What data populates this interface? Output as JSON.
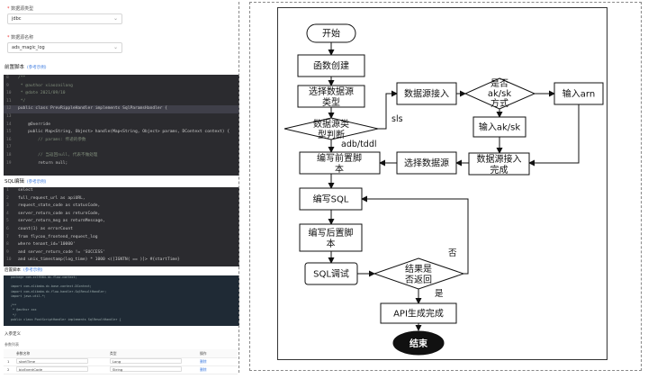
{
  "left_panel": {
    "field1_label": "数据源类型",
    "field1_value": "jdbc",
    "field2_label": "数据源名称",
    "field2_value": "ads_magic_log",
    "pre_script_title": "前置脚本",
    "pre_script_hint": "(参考示例)",
    "pre_code": [
      {
        "n": "8",
        "t": "/**"
      },
      {
        "n": "9",
        "t": " * @author xiaozailang"
      },
      {
        "n": "10",
        "t": " * @date 2021/09/10"
      },
      {
        "n": "11",
        "t": " */"
      },
      {
        "n": "12",
        "t": "public class PrevRippleHandler implements SqlParamsHandler {"
      },
      {
        "n": "13",
        "t": ""
      },
      {
        "n": "14",
        "t": "    @Override"
      },
      {
        "n": "15",
        "t": "    public Map<String, Object> handle(Map<String, Object> params, DContext context) {"
      },
      {
        "n": "16",
        "t": "        // params: 传递的参数"
      },
      {
        "n": "17",
        "t": ""
      },
      {
        "n": "18",
        "t": "        // 当返回null, 代表不做处理"
      },
      {
        "n": "19",
        "t": "        return null;"
      }
    ],
    "sql_title": "SQL编辑",
    "sql_hint": "(参考示例)",
    "sql_code": [
      {
        "n": "1",
        "t": "select"
      },
      {
        "n": "2",
        "t": "full_request_url as apiURL,"
      },
      {
        "n": "3",
        "t": "request_state_code as statusCode,"
      },
      {
        "n": "4",
        "t": "server_return_code as returnCode,"
      },
      {
        "n": "5",
        "t": "server_return_msg as returnMessage,"
      },
      {
        "n": "6",
        "t": "count(1) as errorCount"
      },
      {
        "n": "7",
        "t": "from flycoo_frontend_request_log"
      },
      {
        "n": "8",
        "t": "where tenant_id='10000'"
      },
      {
        "n": "9",
        "t": "and server_return_code != 'SUCCESS'"
      },
      {
        "n": "10",
        "t": "and unix_timestamp(log_time) * 1000 <([IGNTN( == )]> #{startTime}"
      }
    ],
    "post_script_title": "后置脚本",
    "post_script_hint": "(参考示例)",
    "post_code": [
      "package com.zcl9384.dc.flow.context;",
      "",
      "import com.alibaba.dc.base.context.DContext;",
      "import com.alibaba.dc.flow.handler.SqlResultHandler;",
      "import java.util.*;",
      "",
      "/**",
      " * @author xxx",
      " */",
      "public class PostScriptHandler implements SqlResultHandler {"
    ],
    "params_title": "入参定义",
    "params_sub": "参数列表",
    "params_headers": [
      "参数名称",
      "类型",
      "操作"
    ],
    "params_rows": [
      {
        "idx": "1",
        "name": "startTime",
        "type": "Long",
        "op": "删除"
      },
      {
        "idx": "2",
        "name": "bizEventCode",
        "type": "String",
        "op": "删除"
      }
    ]
  },
  "flowchart": {
    "start": "开始",
    "create": "函数创建",
    "choose_type_1": "选择数据源",
    "choose_type_2": "类型",
    "judge_1": "数据源类",
    "judge_2": "型判断",
    "ds_access": "数据源接入",
    "aksk_1": "是否",
    "aksk_2": "ak/sk",
    "aksk_3": "方式",
    "input_arn": "输入arn",
    "input_aksk": "输入ak/sk",
    "access_done_1": "数据源接入",
    "access_done_2": "完成",
    "choose_ds": "选择数据源",
    "pre_1": "编写前置脚",
    "pre_2": "本",
    "write_sql": "编写SQL",
    "post_1": "编写后置脚",
    "post_2": "本",
    "sql_test": "SQL调试",
    "result_1": "结果是",
    "result_2": "否返回",
    "api_done": "API生成完成",
    "end": "结束",
    "label_sls": "sls",
    "label_adb": "adb/tddl",
    "label_no": "否",
    "label_yes": "是"
  }
}
